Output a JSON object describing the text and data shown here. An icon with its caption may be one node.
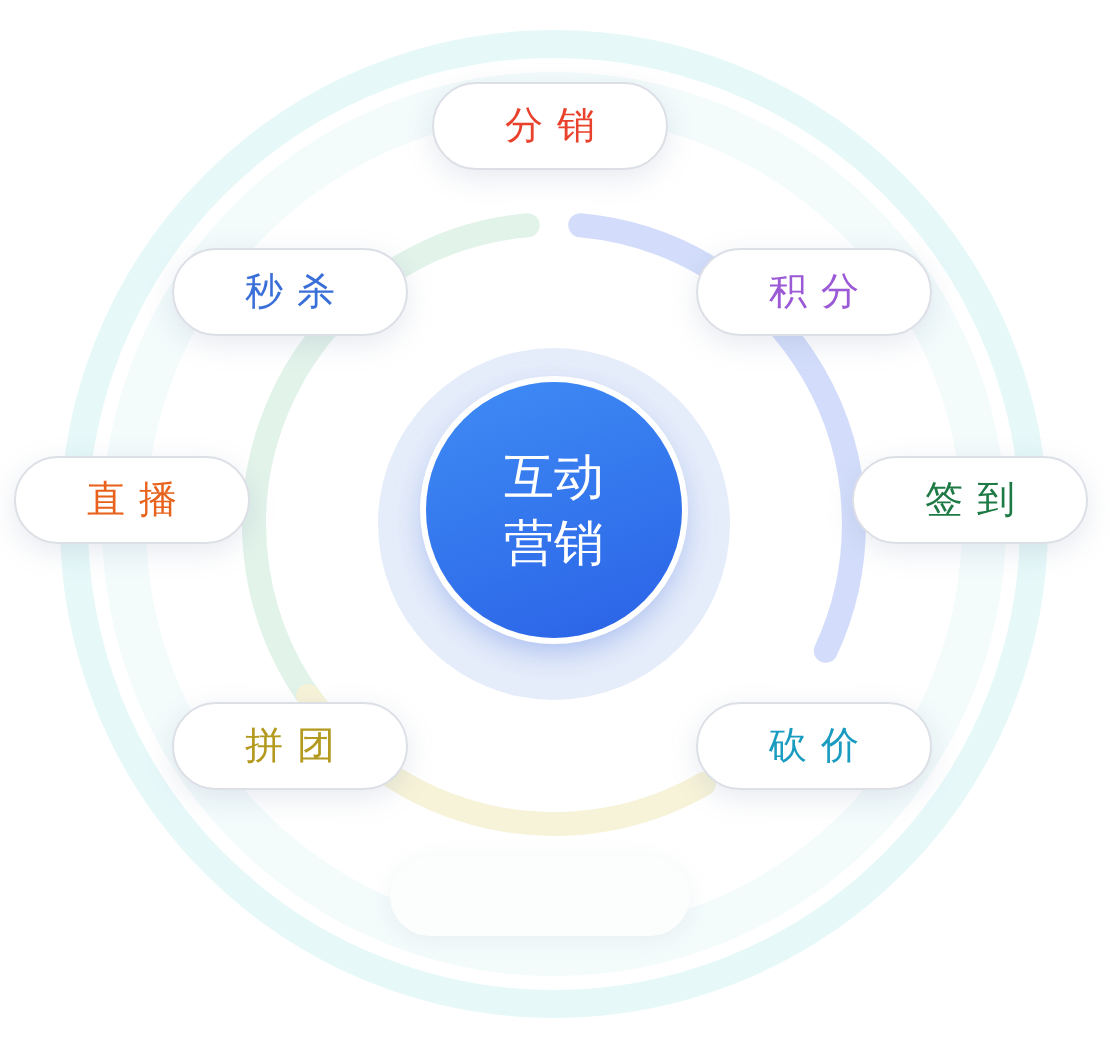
{
  "diagram": {
    "nodes": [
      {
        "text": [
          "互动营销"
        ]
      },
      {
        "text": [
          "分销"
        ]
      },
      {
        "text": [
          "秒杀"
        ]
      },
      {
        "text": [
          "积分"
        ]
      },
      {
        "text": [
          "直播"
        ]
      },
      {
        "text": [
          "签到"
        ]
      },
      {
        "text": [
          "拼团"
        ]
      },
      {
        "text": [
          "砍价"
        ]
      },
      {
        "text": [],
        "shape": "box"
      }
    ]
  }
}
